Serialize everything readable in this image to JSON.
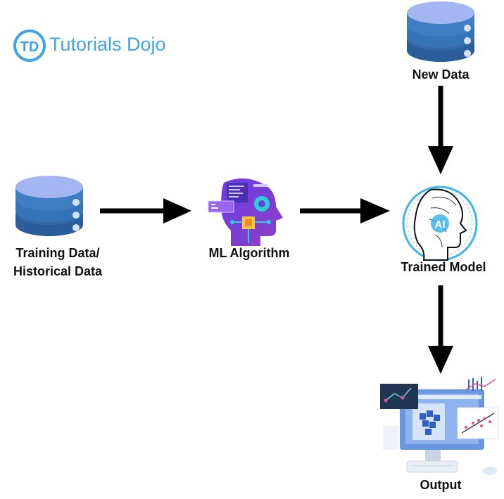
{
  "logo": {
    "mark": "TD",
    "name": "Tutorials Dojo"
  },
  "nodes": {
    "training_data": {
      "line1": "Training Data/",
      "line2": "Historical Data"
    },
    "ml_algorithm": {
      "label": "ML Algorithm"
    },
    "new_data": {
      "label": "New Data"
    },
    "trained_model": {
      "label": "Trained Model",
      "badge": "AI"
    },
    "output": {
      "label": "Output"
    }
  },
  "colors": {
    "db_top": "#a3b6f2",
    "db_mid": "#3e7fc4",
    "db_dark": "#2a5d99",
    "arrow": "#000000",
    "brand": "#3fa4e6"
  }
}
